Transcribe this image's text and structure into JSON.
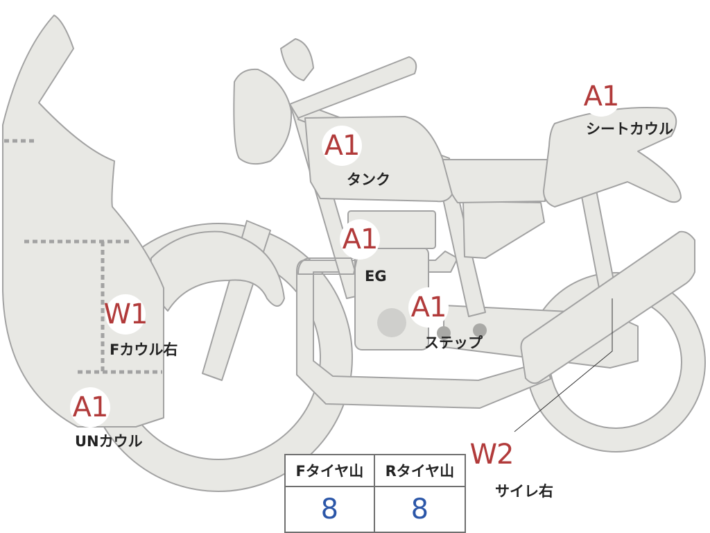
{
  "colors": {
    "part_fill": "#e8e8e4",
    "part_stroke": "#a2a2a2",
    "grade_text": "#b13a3a",
    "value_text": "#2b56a8",
    "label_text": "#222222"
  },
  "markers": [
    {
      "grade": "A1",
      "label": "シートカウル"
    },
    {
      "grade": "A1",
      "label": "タンク"
    },
    {
      "grade": "A1",
      "label": "EG"
    },
    {
      "grade": "A1",
      "label": "ステップ"
    },
    {
      "grade": "W1",
      "label": "Fカウル右"
    },
    {
      "grade": "A1",
      "label": "UNカウル"
    },
    {
      "grade": "W2",
      "label": "サイレ右"
    }
  ],
  "tire_table": {
    "headers": [
      "Fタイヤ山",
      "Rタイヤ山"
    ],
    "values": [
      "8",
      "8"
    ]
  }
}
